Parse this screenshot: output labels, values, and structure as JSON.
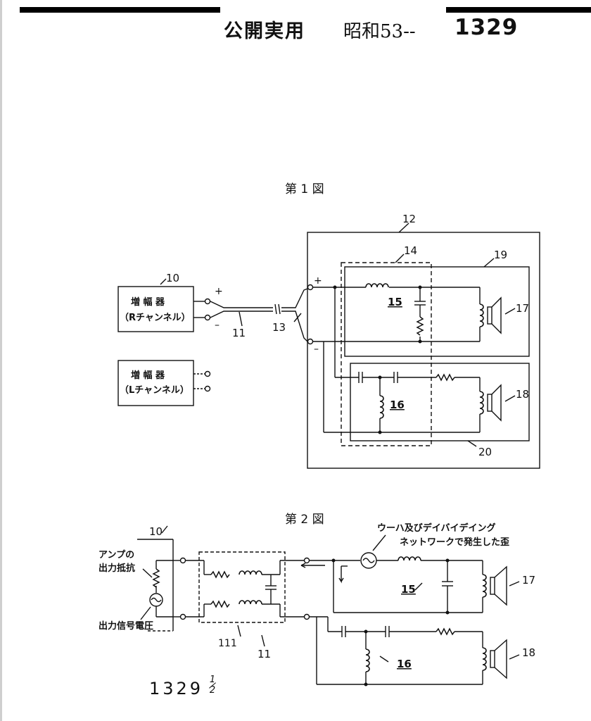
{
  "header": {
    "title": "公開実用",
    "pub_era": "昭和53--",
    "pub_number": "1329"
  },
  "fig1": {
    "caption": "第 1 図",
    "amp_r_line1": "増 幅 器",
    "amp_r_line2": "（Rチャンネル）",
    "amp_l_line1": "増 幅 器",
    "amp_l_line2": "（Lチャンネル）",
    "plus": "+",
    "minus": "–",
    "ref_10": "10",
    "ref_11": "11",
    "ref_12": "12",
    "ref_13": "13",
    "ref_14": "14",
    "ref_15": "15",
    "ref_16": "16",
    "ref_17": "17",
    "ref_18": "18",
    "ref_19": "19",
    "ref_20": "20"
  },
  "fig2": {
    "caption": "第 2 図",
    "amp_resistance_line1": "アンプの",
    "amp_resistance_line2": "出力抵抗",
    "signal_voltage": "出力信号電圧",
    "distortion_line1": "ウーハ及びデイバイデイング",
    "distortion_line2": "ネットワークで発生した歪",
    "ref_10": "10",
    "ref_111": "111",
    "ref_11": "11",
    "ref_15": "15",
    "ref_16": "16",
    "ref_17": "17",
    "ref_18": "18"
  },
  "footer": {
    "page_number": "1329",
    "frac_top": "1",
    "frac_bottom": "2"
  }
}
